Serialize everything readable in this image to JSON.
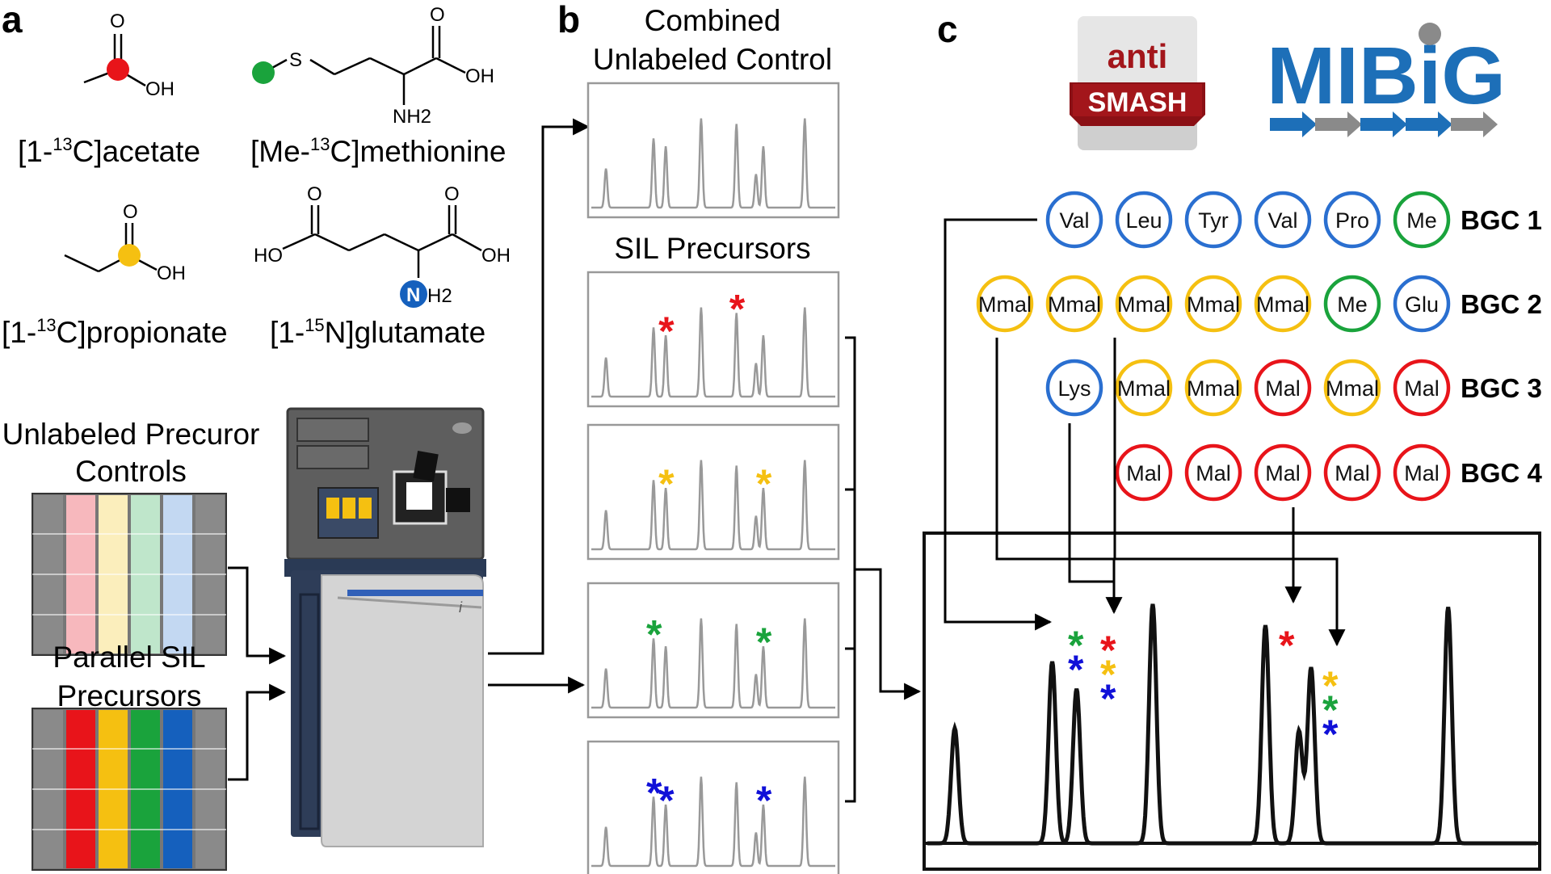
{
  "panel_a": {
    "letter": "a",
    "compounds": [
      {
        "name": "[1-13C]acetate",
        "prefix": "[1-",
        "sup": "13",
        "suffix": "C]acetate",
        "o_label": "O",
        "oh_label": "OH",
        "label_color": "#e8141a"
      },
      {
        "name": "[Me-13C]methionine",
        "prefix": "[Me-",
        "sup": "13",
        "suffix": "C]methionine",
        "s_label": "S",
        "o_label": "O",
        "oh_label": "OH",
        "nh2_label": "NH2",
        "label_color": "#1aa33c"
      },
      {
        "name": "[1-13C]propionate",
        "prefix": "[1-",
        "sup": "13",
        "suffix": "C]propionate",
        "o_label": "O",
        "oh_label": "OH",
        "label_color": "#f5c011"
      },
      {
        "name": "[1-15N]glutamate",
        "prefix": "[1-",
        "sup": "15",
        "suffix": "N]glutamate",
        "o1_label": "O",
        "o2_label": "O",
        "ho_label": "HO",
        "oh_label": "OH",
        "n_label": "N",
        "h2_label": "H2",
        "label_color": "#1560bd"
      }
    ],
    "controls_label": [
      "Unlabeled Precuror",
      "Controls"
    ],
    "sil_label": [
      "Parallel SIL",
      "Precursors"
    ],
    "plate_colors_light": [
      "#f7b8bd",
      "#fbeebc",
      "#bfe6cb",
      "#c3d8f2"
    ],
    "plate_colors_dark": [
      "#e8141a",
      "#f5c011",
      "#1aa33c",
      "#1560bd"
    ]
  },
  "panel_b": {
    "letter": "b",
    "combined_title": [
      "Combined",
      "Unlabeled Control"
    ],
    "sil_title": "SIL Precursors",
    "marked_colors": [
      "#e8141a",
      "#f5c011",
      "#1aa33c",
      "#1010d8"
    ]
  },
  "panel_c": {
    "letter": "c",
    "antismash": {
      "top": "anti",
      "bottom": "SMASH"
    },
    "mibig": "MIBiG",
    "bgcs": [
      {
        "label": "BGC 1",
        "monomers": [
          {
            "text": "Val",
            "color": "#2a6fd0"
          },
          {
            "text": "Leu",
            "color": "#2a6fd0"
          },
          {
            "text": "Tyr",
            "color": "#2a6fd0"
          },
          {
            "text": "Val",
            "color": "#2a6fd0"
          },
          {
            "text": "Pro",
            "color": "#2a6fd0"
          },
          {
            "text": "Me",
            "color": "#1aa33c"
          }
        ]
      },
      {
        "label": "BGC 2",
        "monomers": [
          {
            "text": "Mmal",
            "color": "#f5c011"
          },
          {
            "text": "Mmal",
            "color": "#f5c011"
          },
          {
            "text": "Mmal",
            "color": "#f5c011"
          },
          {
            "text": "Mmal",
            "color": "#f5c011"
          },
          {
            "text": "Mmal",
            "color": "#f5c011"
          },
          {
            "text": "Me",
            "color": "#1aa33c"
          },
          {
            "text": "Glu",
            "color": "#2a6fd0"
          }
        ]
      },
      {
        "label": "BGC 3",
        "monomers": [
          {
            "text": "Lys",
            "color": "#2a6fd0"
          },
          {
            "text": "Mmal",
            "color": "#f5c011"
          },
          {
            "text": "Mmal",
            "color": "#f5c011"
          },
          {
            "text": "Mal",
            "color": "#e8141a"
          },
          {
            "text": "Mmal",
            "color": "#f5c011"
          },
          {
            "text": "Mal",
            "color": "#e8141a"
          }
        ]
      },
      {
        "label": "BGC 4",
        "monomers": [
          {
            "text": "Mal",
            "color": "#e8141a"
          },
          {
            "text": "Mal",
            "color": "#e8141a"
          },
          {
            "text": "Mal",
            "color": "#e8141a"
          },
          {
            "text": "Mal",
            "color": "#e8141a"
          },
          {
            "text": "Mal",
            "color": "#e8141a"
          }
        ]
      }
    ]
  },
  "colors": {
    "red": "#e8141a",
    "yellow": "#f5c011",
    "green": "#1aa33c",
    "blue": "#1010d8",
    "mibig_blue": "#1d6fb8",
    "mibig_grey": "#8a8a8a",
    "antismash_red": "#a01418"
  }
}
